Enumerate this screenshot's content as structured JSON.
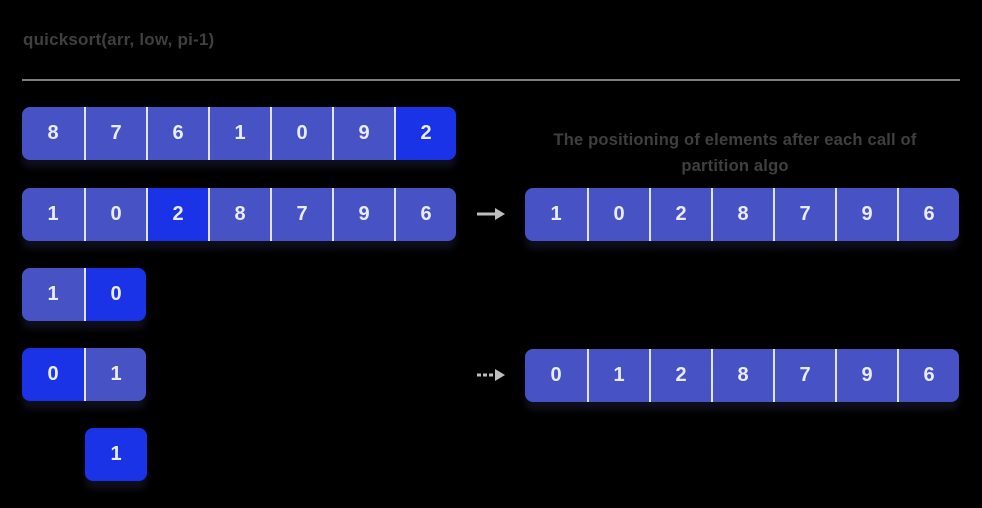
{
  "title": "quicksort(arr, low, pi-1)",
  "heading": {
    "line1": "The positioning of elements after each call of",
    "line2": "partition algo"
  },
  "left_arrays": [
    {
      "values": [
        "8",
        "7",
        "6",
        "1",
        "0",
        "9",
        "2"
      ],
      "highlight": [
        6
      ]
    },
    {
      "values": [
        "1",
        "0",
        "2",
        "8",
        "7",
        "9",
        "6"
      ],
      "highlight": [
        2
      ]
    },
    {
      "values": [
        "1",
        "0"
      ],
      "highlight": [
        1
      ]
    },
    {
      "values": [
        "0",
        "1"
      ],
      "highlight": [
        0
      ]
    },
    {
      "values": [
        "1"
      ],
      "highlight": [
        0
      ]
    }
  ],
  "right_arrays": [
    {
      "values": [
        "1",
        "0",
        "2",
        "8",
        "7",
        "9",
        "6"
      ],
      "highlight": []
    },
    {
      "values": [
        "0",
        "1",
        "2",
        "8",
        "7",
        "9",
        "6"
      ],
      "highlight": []
    }
  ],
  "colors": {
    "background": "#000000",
    "cell": "#4753c5",
    "cell_highlight": "#1a33e6",
    "cell_text": "#e9edfb",
    "divider": "#dfe5f5",
    "heading_text": "#3f3f3f",
    "rule": "#7e7e7e",
    "arrow": "#bdbdbd"
  }
}
